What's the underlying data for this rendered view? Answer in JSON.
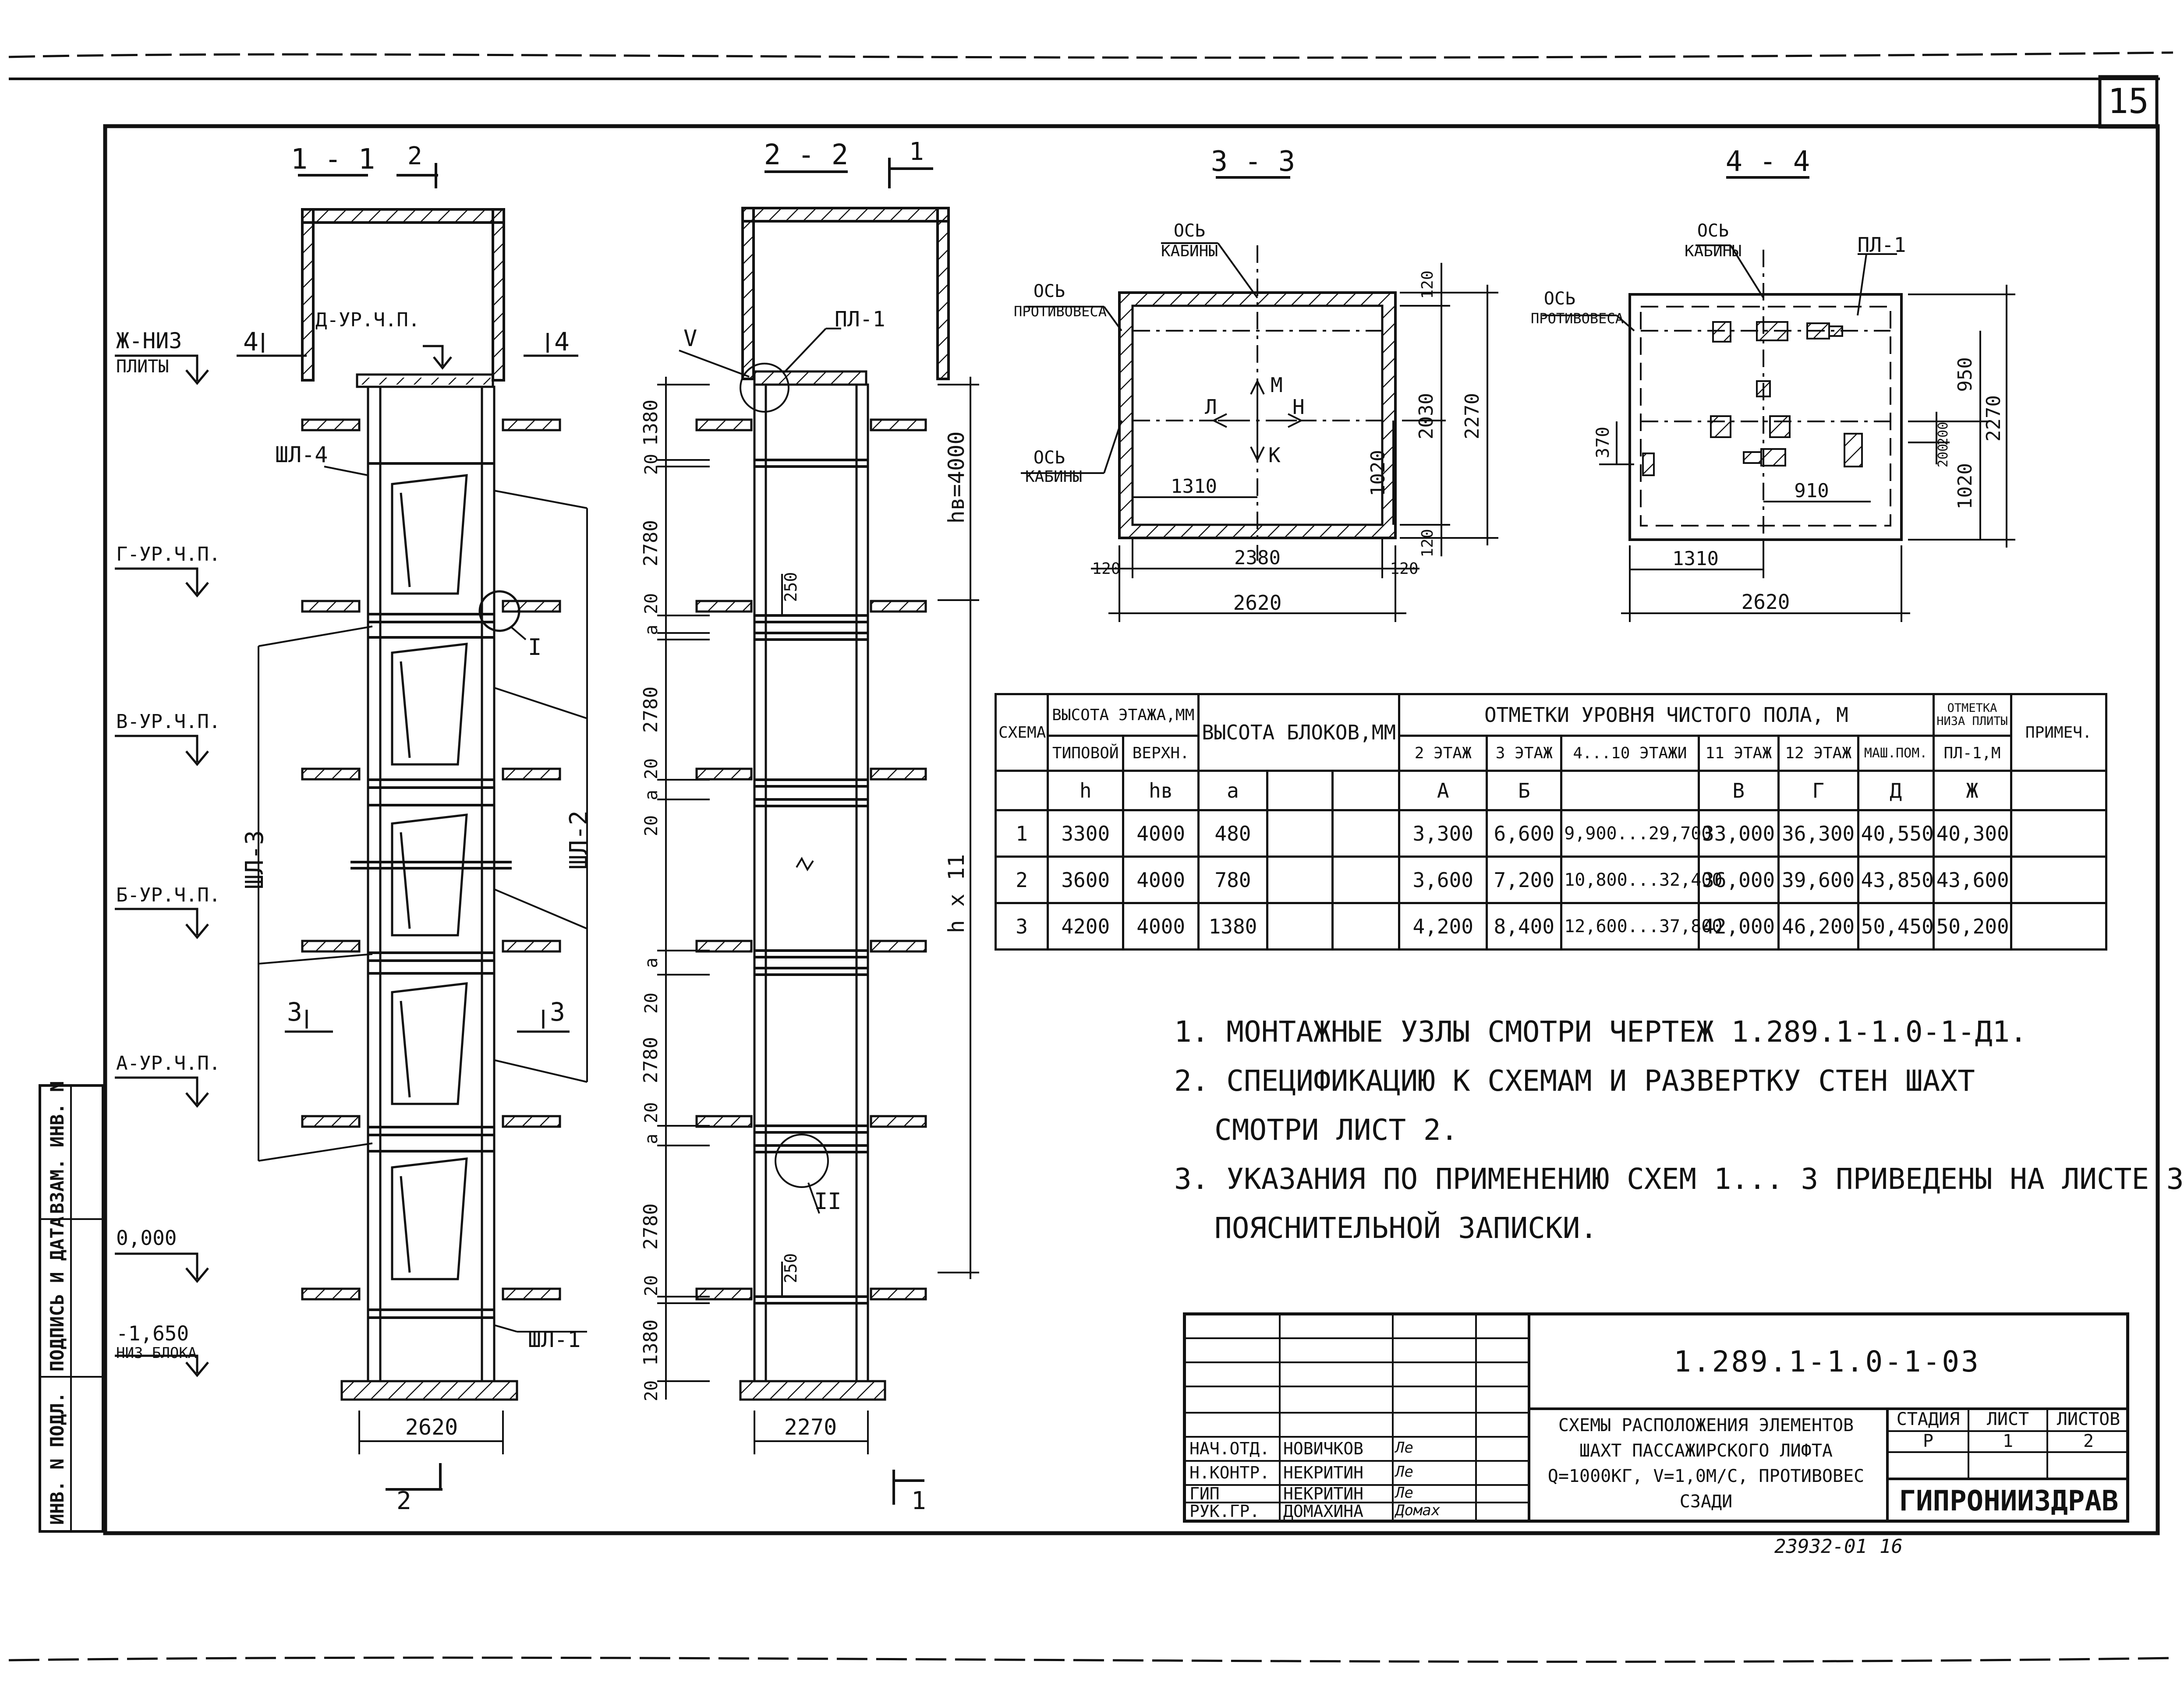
{
  "sheet_number": "15",
  "sections": {
    "s1": "1 - 1",
    "s2": "2 - 2",
    "s3": "3 - 3",
    "s4": "4 - 4",
    "cut_2": "2",
    "cut_1": "1",
    "cut_4": "4",
    "cut_3": "3"
  },
  "levels": {
    "zh": "Ж-НИЗ",
    "zh_sub": "ПЛИТЫ",
    "d": "Д-УР.Ч.П.",
    "g": "Г-УР.Ч.П.",
    "v": "В-УР.Ч.П.",
    "b": "Б-УР.Ч.П.",
    "a": "А-УР.Ч.П.",
    "zero": "0,000",
    "bottom": "-1,650",
    "bottom_sub": "НИЗ БЛОКА"
  },
  "elements": {
    "shl4": "ШЛ-4",
    "shl3": "ШЛ-3",
    "shl2": "ШЛ-2",
    "shl1": "ШЛ-1",
    "pl1": "ПЛ-1",
    "node_v": "V",
    "node_i": "I",
    "node_ii": "II"
  },
  "section1_dims": {
    "width": "2620"
  },
  "section2_dims": {
    "d1380": "1380",
    "d20": "20",
    "d2780": "2780",
    "da": "a",
    "d250": "250",
    "hv": "hв=4000",
    "hx": "h x 11",
    "width": "2270"
  },
  "plan3": {
    "axis_cabin": "ОСЬ",
    "axis_cabin_sub": "КАБИНЫ",
    "axis_cw": "ОСЬ",
    "axis_cw_sub": "ПРОТИВОВЕСА",
    "axis_cabin2": "ОСЬ",
    "axis_cabin2_sub": "КАБИНЫ",
    "m": "М",
    "l": "Л",
    "n": "Н",
    "k": "К",
    "d120": "120",
    "d2030": "2030",
    "d2270": "2270",
    "d1020": "1020",
    "d1310": "1310",
    "d2380": "2380",
    "d2620": "2620"
  },
  "plan4": {
    "axis_cabin": "ОСЬ",
    "axis_cabin_sub": "КАБИНЫ",
    "axis_cw": "ОСЬ",
    "axis_cw_sub": "ПРОТИВОВЕСА",
    "pl1": "ПЛ-1",
    "d950": "950",
    "d2270": "2270",
    "d370": "370",
    "d200": "200",
    "d1020": "1020",
    "d910": "910",
    "d1310": "1310",
    "d2620": "2620"
  },
  "table": {
    "h_scheme": "СХЕМА",
    "h_floor_height": "ВЫСОТА ЭТАЖА,ММ",
    "h_typical": "ТИПОВОЙ",
    "h_top": "ВЕРХН.",
    "h_block_height": "ВЫСОТА БЛОКОВ,ММ",
    "h_levels": "ОТМЕТКИ УРОВНЯ ЧИСТОГО ПОЛА, М",
    "h_fl2": "2 ЭТАЖ",
    "h_fl3": "3 ЭТАЖ",
    "h_fl4_10": "4...10 ЭТАЖИ",
    "h_fl11": "11 ЭТАЖ",
    "h_fl12": "12 ЭТАЖ",
    "h_mach": "МАШ.ПОМ.",
    "h_slab_mark": "ОТМЕТКА НИЗА ПЛИТЫ",
    "h_pl1": "ПЛ-1,М",
    "h_note": "ПРИМЕЧ.",
    "s_h": "h",
    "s_hv": "hв",
    "s_a": "a",
    "s_A": "А",
    "s_B": "Б",
    "s_V": "В",
    "s_G": "Г",
    "s_D": "Д",
    "s_Zh": "Ж",
    "rows": [
      [
        "1",
        "3300",
        "4000",
        "480",
        "3,300",
        "6,600",
        "9,900...29,700",
        "33,000",
        "36,300",
        "40,550",
        "40,300"
      ],
      [
        "2",
        "3600",
        "4000",
        "780",
        "3,600",
        "7,200",
        "10,800...32,400",
        "36,000",
        "39,600",
        "43,850",
        "43,600"
      ],
      [
        "3",
        "4200",
        "4000",
        "1380",
        "4,200",
        "8,400",
        "12,600...37,800",
        "42,000",
        "46,200",
        "50,450",
        "50,200"
      ]
    ]
  },
  "notes": {
    "n1": "1. МОНТАЖНЫЕ УЗЛЫ СМОТРИ ЧЕРТЕЖ 1.289.1-1.0-1-Д1.",
    "n2a": "2. СПЕЦИФИКАЦИЮ К СХЕМАМ И РАЗВЕРТКУ СТЕН ШАХТ",
    "n2b": "СМОТРИ ЛИСТ 2.",
    "n3a": "3. УКАЗАНИЯ ПО ПРИМЕНЕНИЮ СХЕМ 1... 3 ПРИВЕДЕНЫ НА ЛИСТЕ 3",
    "n3b": "ПОЯСНИТЕЛЬНОЙ ЗАПИСКИ."
  },
  "title_block": {
    "code": "1.289.1-1.0-1-03",
    "title": "СХЕМЫ РАСПОЛОЖЕНИЯ ЭЛЕМЕНТОВ ШАХТ ПАССАЖИРСКОГО ЛИФТА Q=1000КГ, V=1,0М/С, ПРОТИВОВЕС СЗАДИ",
    "stage_h": "СТАДИЯ",
    "sheet_h": "ЛИСТ",
    "sheets_h": "ЛИСТОВ",
    "stage": "Р",
    "sheet": "1",
    "sheets": "2",
    "org": "ГИПРОНИИЗДРАВ",
    "roles": [
      "НАЧ.ОТД.",
      "Н.КОНТР.",
      "ГИП",
      "РУК.ГР."
    ],
    "names": [
      "НОВИЧКОВ",
      "НЕКРИТИН",
      "НЕКРИТИН",
      "ДОМАХИНА"
    ],
    "sigs": [
      "Ле",
      "Ле",
      "Ле",
      "Домах"
    ]
  },
  "stamp": {
    "inv_orig": "ИНВ. N ПОДЛ.",
    "sign_date": "ПОДПИСЬ И ДАТА",
    "replace_inv": "ВЗАМ. ИНВ. N"
  },
  "footer": {
    "archive": "23932-01",
    "page": "16"
  }
}
